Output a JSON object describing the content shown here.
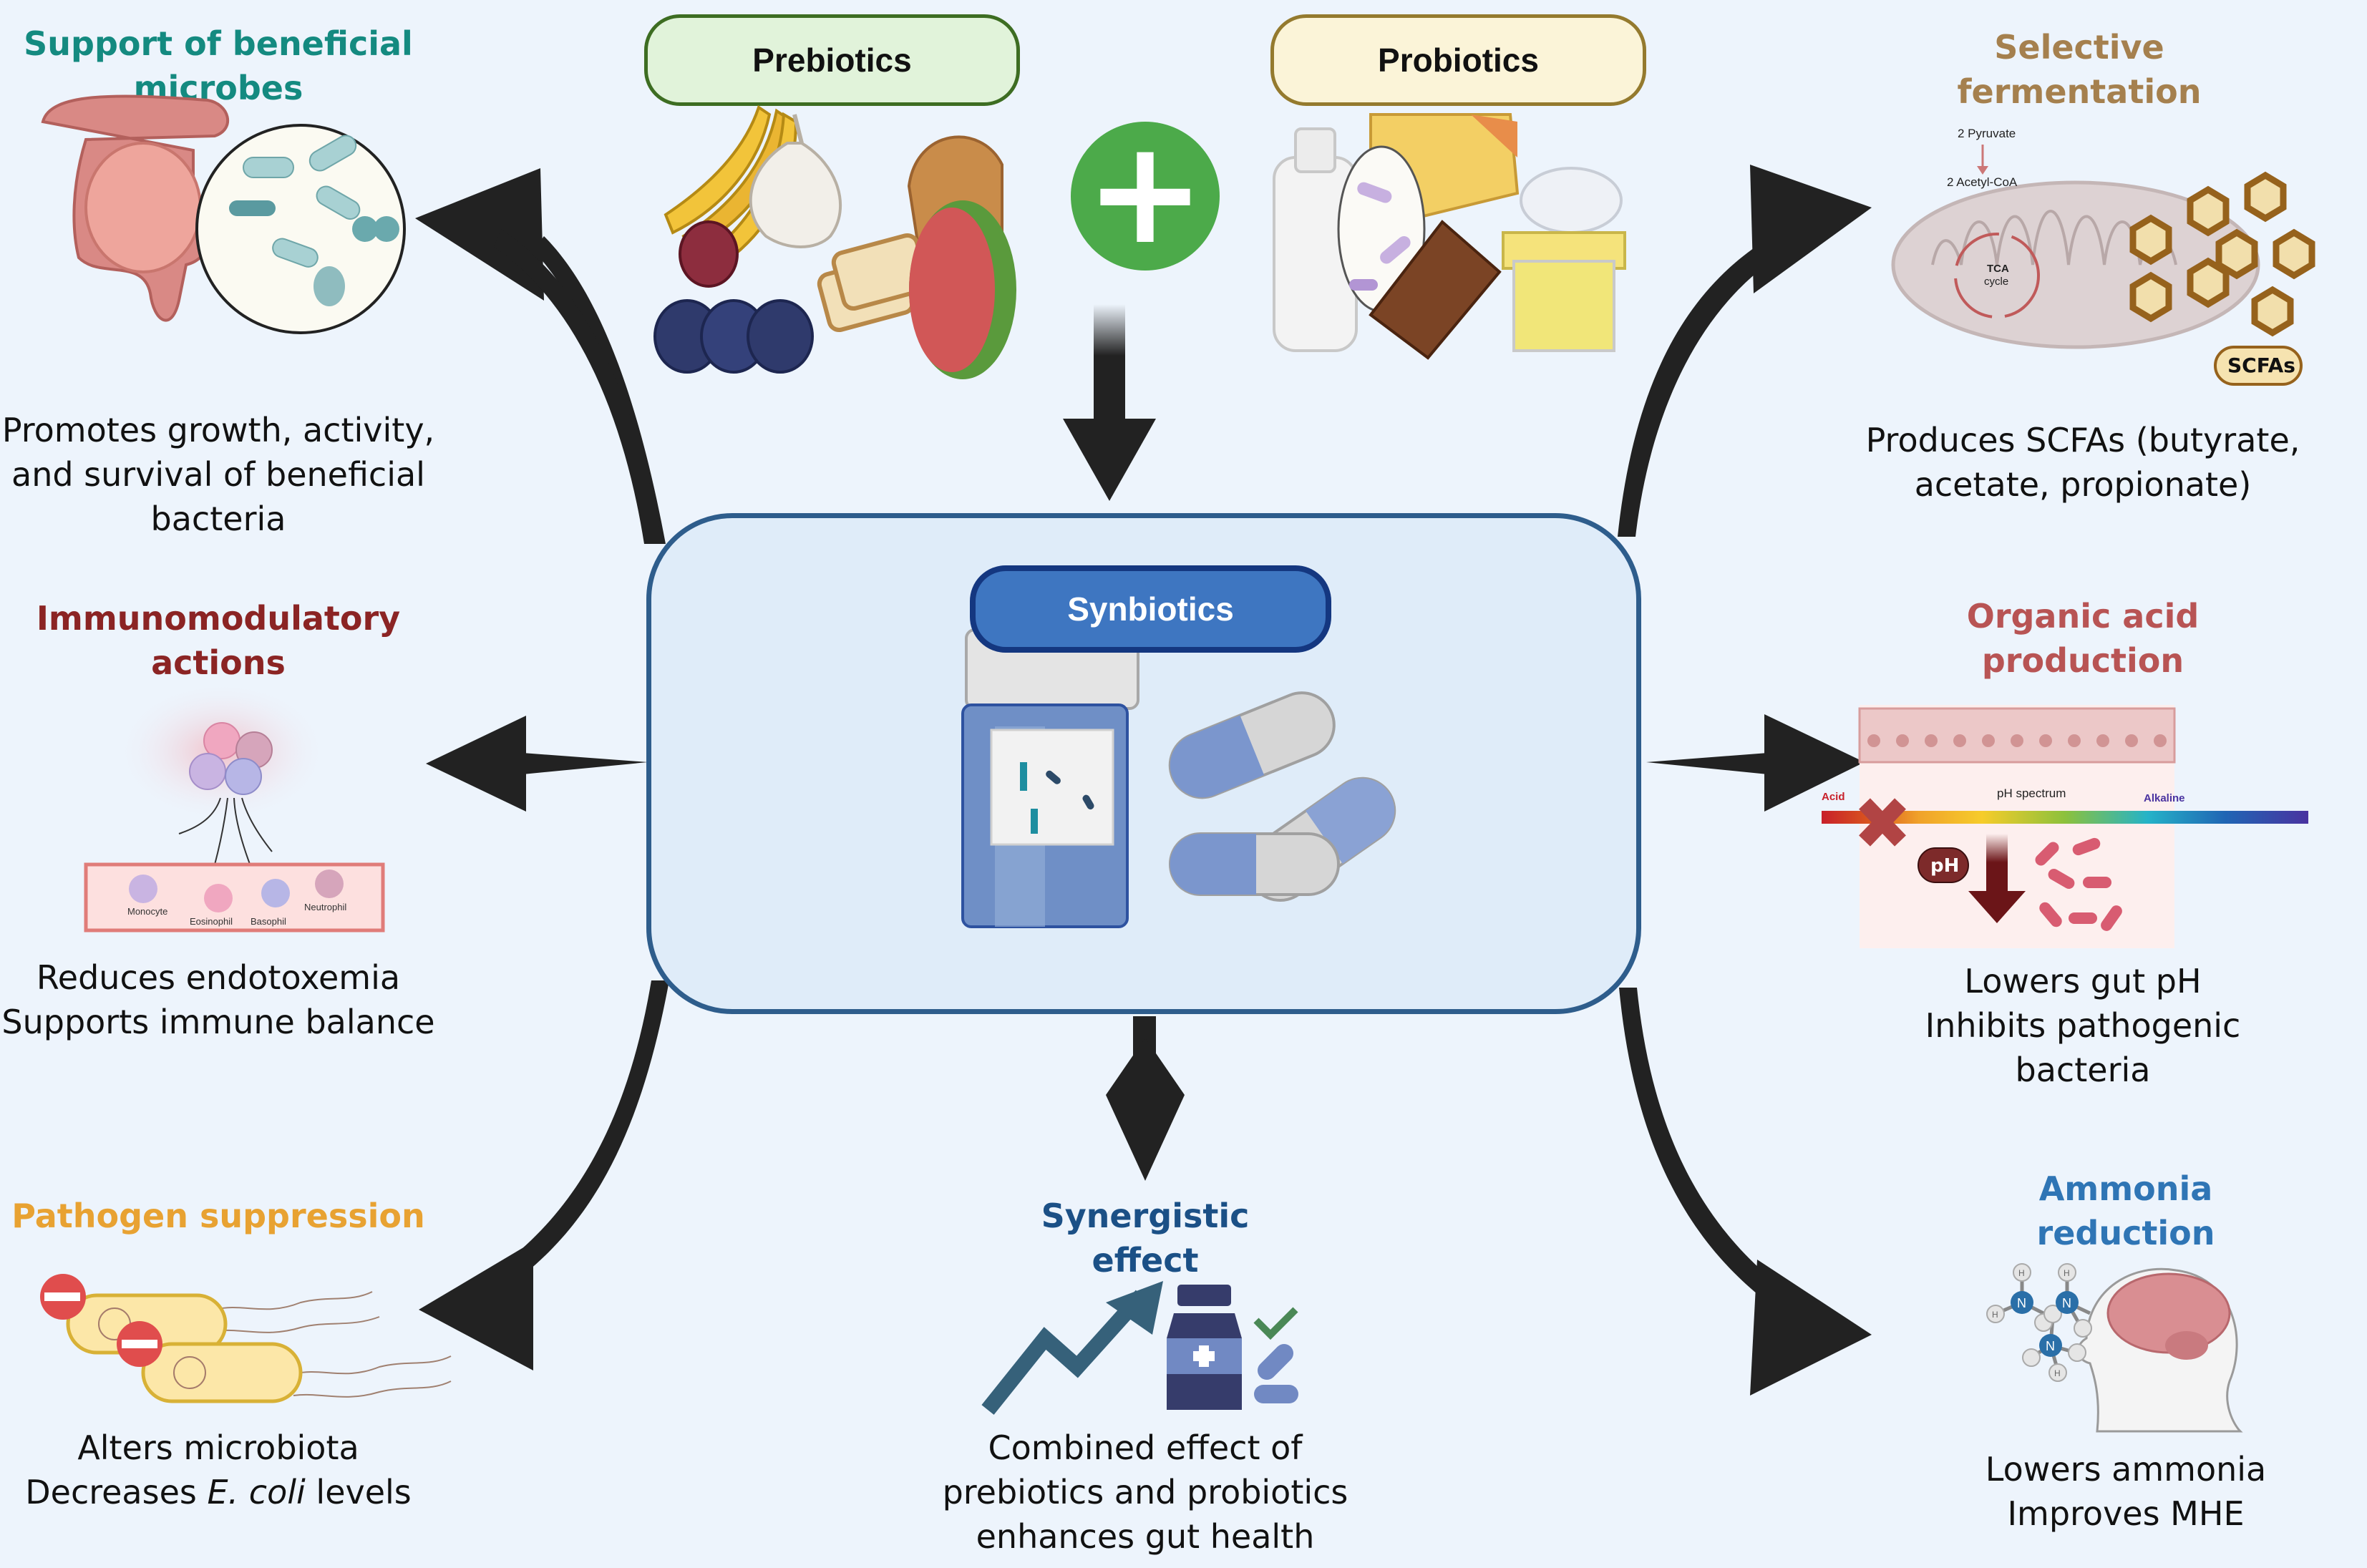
{
  "colors": {
    "background": "#edf4fc",
    "arrow": "#222222",
    "support_title": "#148a80",
    "immuno_title": "#8b2424",
    "pathogen_title": "#e8a232",
    "selective_title": "#a5804e",
    "organic_title": "#b85454",
    "ammonia_title": "#2f75b5",
    "synergy_title": "#1b5086",
    "synbiotics_pill": "#3e76c1",
    "plus_circle": "#4caa4a"
  },
  "inputs": {
    "prebiotics": {
      "label": "Prebiotics",
      "foods": [
        "bananas",
        "garlic",
        "bread",
        "onion",
        "blueberries",
        "watermelon"
      ]
    },
    "probiotics": {
      "label": "Probiotics",
      "foods": [
        "milk",
        "cheese",
        "bacteria",
        "chocolate",
        "cream",
        "yogurt"
      ]
    },
    "combine_symbol": "+"
  },
  "center": {
    "label": "Synbiotics"
  },
  "effects": {
    "support": {
      "title": "Support of beneficial microbes",
      "title_lines": [
        "Support of beneficial",
        "microbes"
      ],
      "desc_lines": [
        "Promotes growth, activity,",
        "and survival of beneficial",
        "bacteria"
      ]
    },
    "immuno": {
      "title_lines": [
        "Immunomodulatory",
        "actions"
      ],
      "cell_labels": [
        "Monocyte",
        "Eosinophil",
        "Basophil",
        "Neutrophil"
      ],
      "desc_lines": [
        "Reduces endotoxemia",
        "Supports immune balance"
      ]
    },
    "pathogen": {
      "title_lines": [
        "Pathogen suppression"
      ],
      "desc_line1": "Alters microbiota",
      "desc_line2_pre": "Decreases ",
      "desc_line2_italic": "E. coli",
      "desc_line2_post": " levels"
    },
    "synergy": {
      "title_lines": [
        "Synergistic",
        "effect"
      ],
      "desc_lines": [
        "Combined effect of",
        "prebiotics and probiotics",
        "enhances gut health"
      ]
    },
    "selective": {
      "title_lines": [
        "Selective",
        "fermentation"
      ],
      "pathway": [
        "2 Pyruvate",
        "2 Acetyl-CoA"
      ],
      "cycle_label": [
        "TCA",
        "cycle"
      ],
      "badge": "SCFAs",
      "desc_lines": [
        "Produces SCFAs (butyrate,",
        "acetate, propionate)"
      ]
    },
    "organic": {
      "title_lines": [
        "Organic acid",
        "production"
      ],
      "spectrum_label": "pH spectrum",
      "acid_label": "Acid",
      "alkaline_label": "Alkaline",
      "ph_badge": "pH",
      "desc_lines": [
        "Lowers gut pH",
        "Inhibits pathogenic bacteria"
      ]
    },
    "ammonia": {
      "title_lines": [
        "Ammonia",
        "reduction"
      ],
      "atom_n": "N",
      "atom_h": "H",
      "desc_lines": [
        "Lowers ammonia",
        "Improves MHE"
      ]
    }
  }
}
